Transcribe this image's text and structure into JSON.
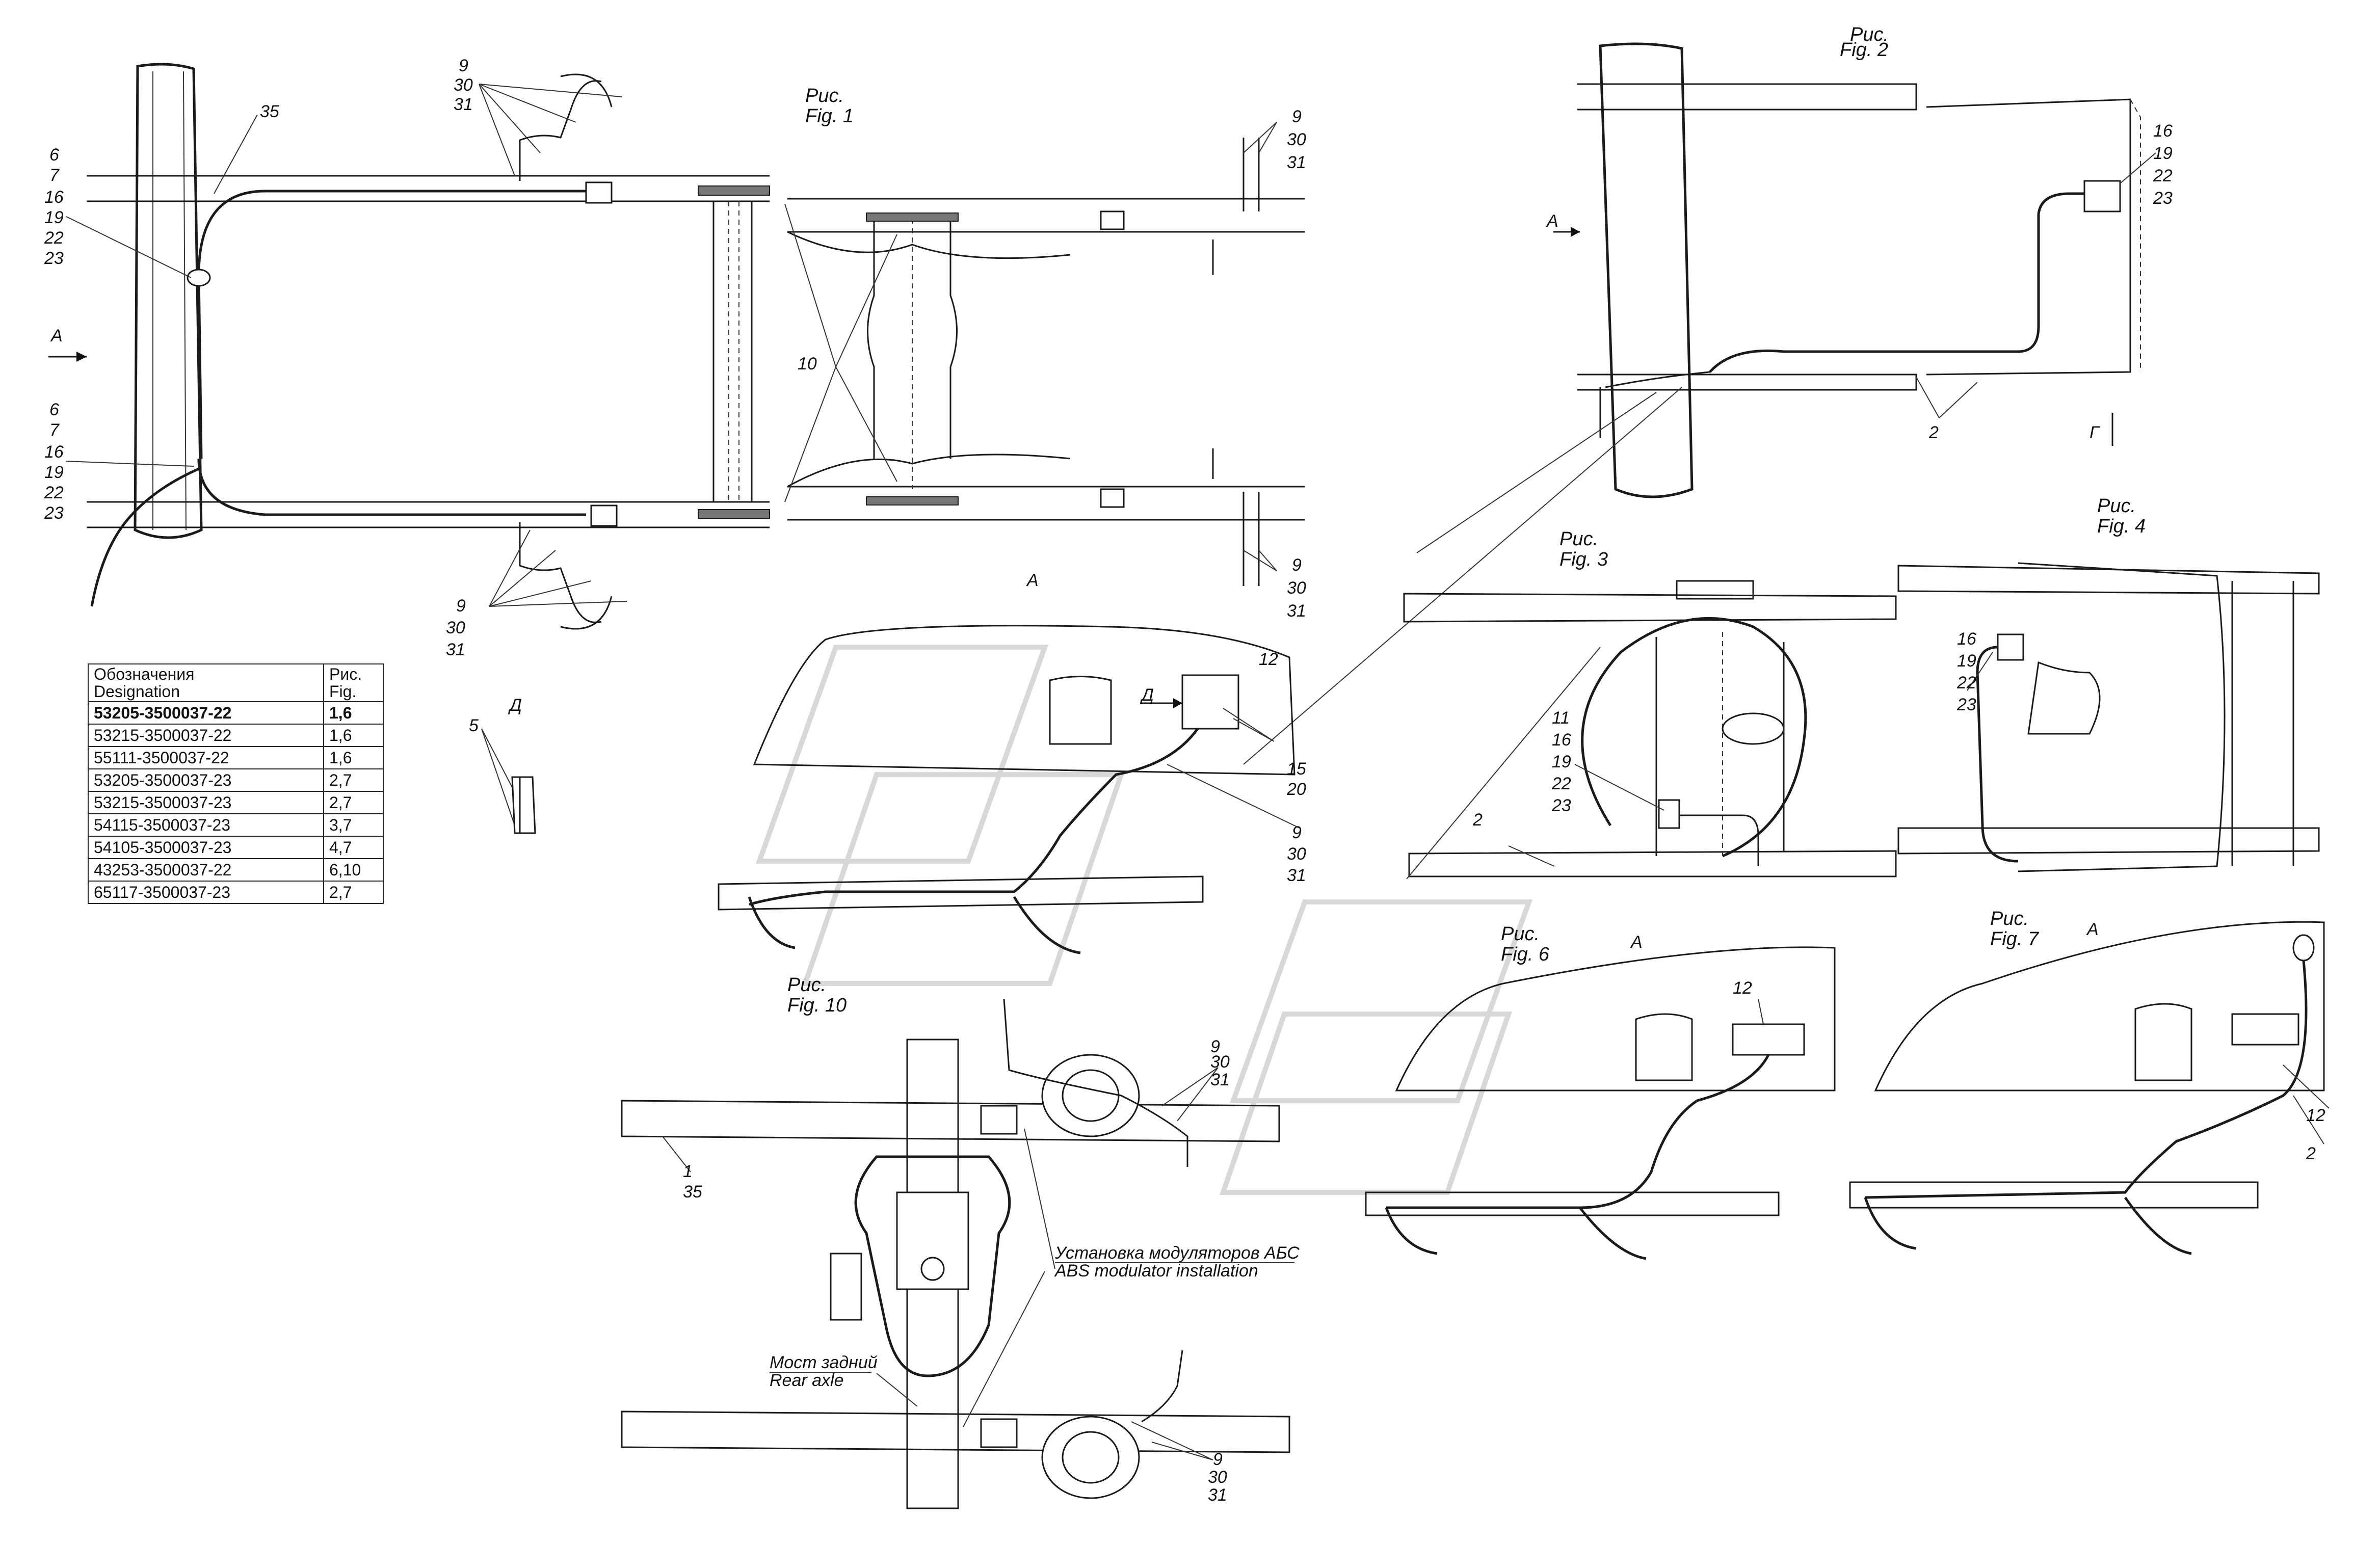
{
  "figure_labels": {
    "fig1": [
      "Рис.",
      "Fig. 1"
    ],
    "fig2": [
      "Рис.",
      "Fig. 2"
    ],
    "fig3": [
      "Рис.",
      "Fig. 3"
    ],
    "fig4": [
      "Рис.",
      "Fig. 4"
    ],
    "fig6": [
      "Рис.",
      "Fig. 6"
    ],
    "fig7": [
      "Рис.",
      "Fig. 7"
    ],
    "fig10": [
      "Рис.",
      "Fig. 10"
    ]
  },
  "view_letters": {
    "a": "A",
    "d": "Д",
    "g": "Г"
  },
  "callouts": {
    "n35": "35",
    "left_top_group": [
      "6",
      "7",
      "16",
      "19",
      "22",
      "23"
    ],
    "left_bottom_group": [
      "6",
      "7",
      "16",
      "19",
      "22",
      "23"
    ],
    "group_9_30_31": [
      "9",
      "30",
      "31"
    ],
    "n10": "10",
    "n5": "5",
    "n12": "12",
    "group_15_20": [
      "15",
      "20"
    ],
    "group_16_19_22_23": [
      "16",
      "19",
      "22",
      "23"
    ],
    "n2": "2",
    "fig3_group": [
      "11",
      "16",
      "19",
      "22",
      "23"
    ],
    "group_1_35": [
      "1",
      "35"
    ]
  },
  "annotations": {
    "abs_ru": "Установка модуляторов АБС",
    "abs_en": "ABS modulator installation",
    "axle_ru": "Мост задний",
    "axle_en": "Rear axle"
  },
  "table": {
    "header": {
      "designation": [
        "Обозначения",
        "Designation"
      ],
      "figure": [
        "Рис.",
        "Fig."
      ]
    },
    "rows": [
      {
        "code": "53205-3500037-22",
        "figs": "1,6",
        "bold": true
      },
      {
        "code": "53215-3500037-22",
        "figs": "1,6",
        "bold": false
      },
      {
        "code": "55111-3500037-22",
        "figs": "1,6",
        "bold": false
      },
      {
        "code": "53205-3500037-23",
        "figs": "2,7",
        "bold": false
      },
      {
        "code": "53215-3500037-23",
        "figs": "2,7",
        "bold": false
      },
      {
        "code": "54115-3500037-23",
        "figs": "3,7",
        "bold": false
      },
      {
        "code": "54105-3500037-23",
        "figs": "4,7",
        "bold": false
      },
      {
        "code": "43253-3500037-22",
        "figs": "6,10",
        "bold": false
      },
      {
        "code": "65117-3500037-23",
        "figs": "2,7",
        "bold": false
      }
    ]
  }
}
